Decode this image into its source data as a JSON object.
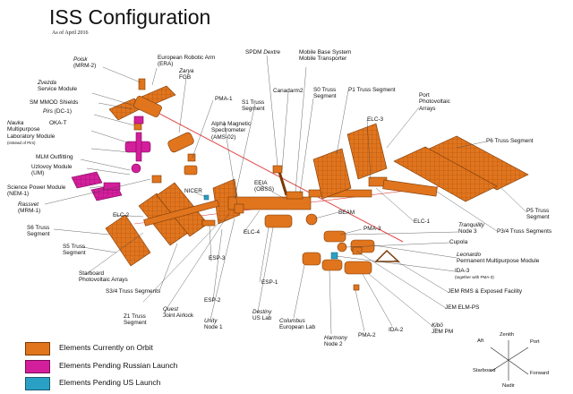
{
  "title": "ISS Configuration",
  "subtitle": "As of April 2016",
  "colors": {
    "on_orbit": "#e0751e",
    "pending_russian": "#d41f9c",
    "pending_us": "#2aa1c4",
    "leader_line": "#444444",
    "highlight_line": "#e24848"
  },
  "labels": {
    "poisk": {
      "name": "Poisk",
      "sub": "(MRM-2)"
    },
    "zvezda": {
      "name": "Zvezda",
      "sub": "Service Module"
    },
    "sm_mmod": {
      "text": "SM MMOD Shields"
    },
    "pirs": {
      "name": "Pirs",
      "sub": "(DC-1)"
    },
    "nauka": {
      "name": "Nauka",
      "line2": "Multipurpose",
      "line3": "Laboratory Module",
      "line4": "(instead of Pirs)"
    },
    "okat": {
      "text": "OKA-T"
    },
    "mlm_outfitting": {
      "text": "MLM Outfitting"
    },
    "uzlovoy": {
      "line1": "Uzlovoy Module",
      "line2": "(UM)"
    },
    "spm": {
      "line1": "Science Power Module",
      "line2": "(NEM-1)"
    },
    "rassvet": {
      "name": "Rassvet",
      "sub": "(MRM-1)"
    },
    "s6": {
      "line1": "S6 Truss",
      "line2": "Segment"
    },
    "s5": {
      "line1": "S5 Truss",
      "line2": "Segment"
    },
    "starboard_pv": {
      "line1": "Starboard",
      "line2": "Photovoltaic Arrays"
    },
    "s34": {
      "text": "S3/4 Truss Segments"
    },
    "z1": {
      "line1": "Z1 Truss",
      "line2": "Segment"
    },
    "quest": {
      "name": "Quest",
      "sub": "Joint Airlock"
    },
    "unity": {
      "name": "Unity",
      "sub": "Node 1"
    },
    "destiny": {
      "name": "Destiny",
      "sub": "US Lab"
    },
    "columbus": {
      "name": "Columbus",
      "sub": "European Lab"
    },
    "harmony": {
      "name": "Harmony",
      "sub": "Node 2"
    },
    "pma2": {
      "text": "PMA-2"
    },
    "ida2": {
      "text": "IDA-2"
    },
    "kibo": {
      "name": "Kibō",
      "sub": "JEM PM"
    },
    "jem_elm": {
      "text": "JEM ELM-PS"
    },
    "jem_rms": {
      "text": "JEM RMS & Exposed Facility"
    },
    "ida3": {
      "line1": "IDA-3",
      "line2": "(together with PMA-3)"
    },
    "leonardo": {
      "name": "Leonardo",
      "sub": "Permanent Multipurpose Module"
    },
    "cupola": {
      "text": "Cupola"
    },
    "tranquility": {
      "name": "Tranquility",
      "sub": "Node 3"
    },
    "p34": {
      "text": "P3/4 Truss Segments"
    },
    "p5": {
      "line1": "P5 Truss",
      "line2": "Segment"
    },
    "p6": {
      "text": "P6 Truss Segment"
    },
    "port_pv": {
      "line1": "Port",
      "line2": "Photovoltaic",
      "line3": "Arrays"
    },
    "elc1": {
      "text": "ELC-1"
    },
    "elc2": {
      "text": "ELC-2"
    },
    "elc3": {
      "text": "ELC-3"
    },
    "elc4": {
      "text": "ELC-4"
    },
    "p1": {
      "text": "P1 Truss Segment"
    },
    "s0": {
      "line1": "S0 Truss",
      "line2": "Segment"
    },
    "canadarm2": {
      "text": "Canadarm2"
    },
    "mbs": {
      "line1": "Mobile Base System",
      "line2": "Mobile Transporter"
    },
    "spdm": {
      "text1": "SPDM ",
      "name": "Dextre"
    },
    "s1": {
      "line1": "S1 Truss",
      "line2": "Segment"
    },
    "ams": {
      "line1": "Alpha Magnetic",
      "line2": "Spectrometer",
      "line3": "(AMS-02)"
    },
    "pma1": {
      "text": "PMA-1"
    },
    "zarya": {
      "name": "Zarya",
      "sub": "FGB"
    },
    "era": {
      "line1": "European Robotic Arm",
      "line2": "(ERA)"
    },
    "eeia": {
      "line1": "EEIA",
      "line2": "(OBSS)"
    },
    "beam": {
      "text": "BEAM"
    },
    "pma3": {
      "text": "PMA-3"
    },
    "nicer": {
      "text": "NICER"
    },
    "esp1": {
      "text": "ESP-1"
    },
    "esp2": {
      "text": "ESP-2"
    },
    "esp3": {
      "text": "ESP-3"
    }
  },
  "legend": [
    {
      "label": "Elements Currently on Orbit",
      "color": "#e0751e"
    },
    {
      "label": "Elements Pending Russian Launch",
      "color": "#d41f9c"
    },
    {
      "label": "Elements Pending US Launch",
      "color": "#2aa1c4"
    }
  ],
  "axes": {
    "zenith": "Zenith",
    "aft": "Aft",
    "port": "Port",
    "starboard": "Starboard",
    "forward": "Forward",
    "nadir": "Nadir"
  }
}
